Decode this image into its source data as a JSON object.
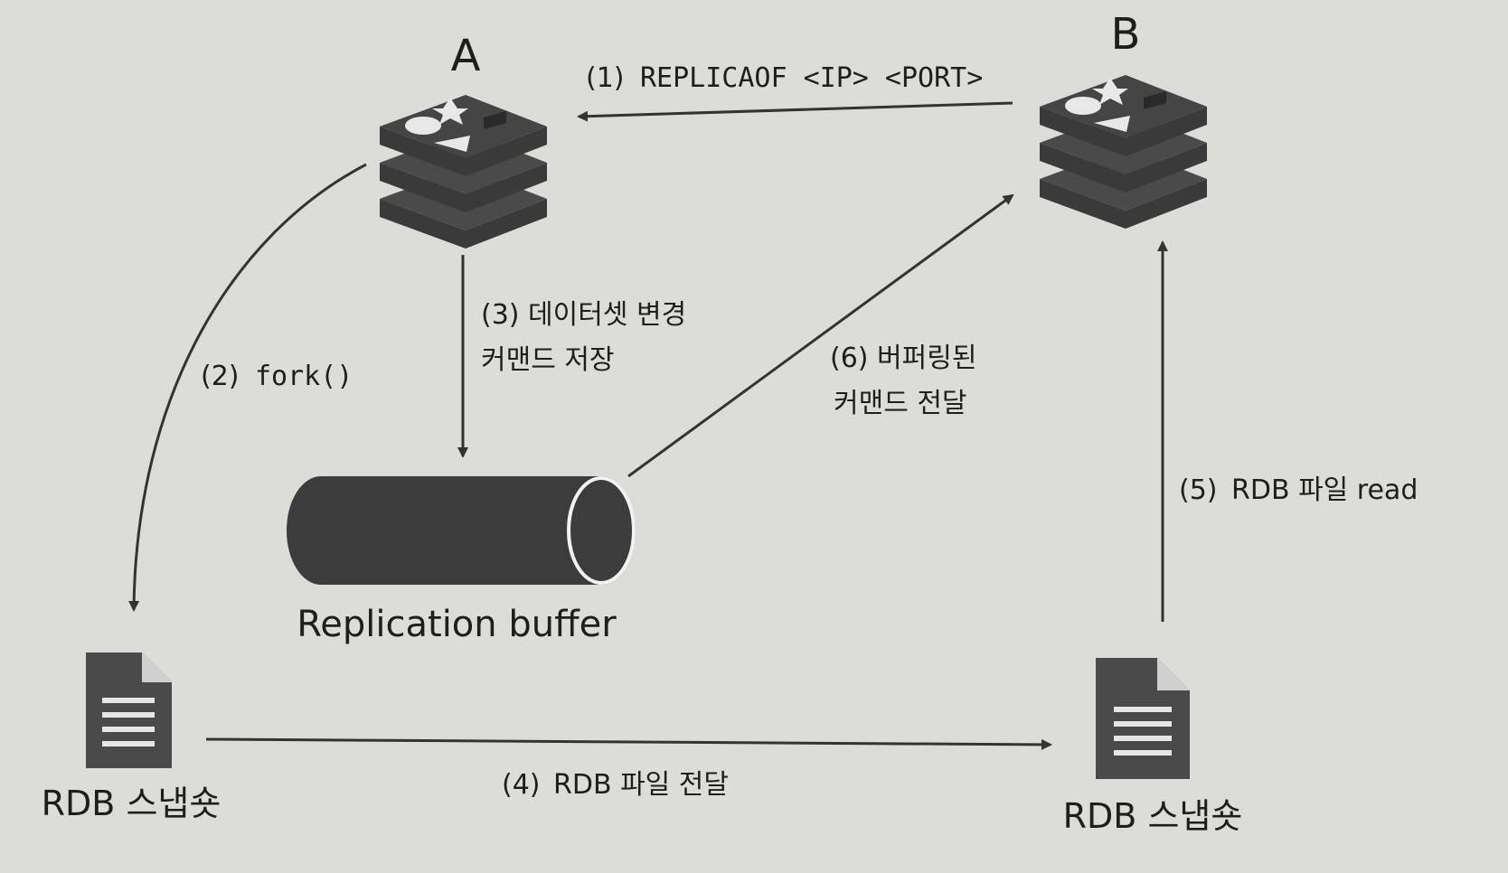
{
  "nodes": {
    "a": {
      "label": "A"
    },
    "b": {
      "label": "B"
    }
  },
  "steps": {
    "s1": {
      "num": "(1)",
      "text": "REPLICAOF <IP> <PORT>"
    },
    "s2": {
      "num": "(2)",
      "text": "fork()"
    },
    "s3": {
      "line1": "(3) 데이터셋 변경",
      "line2": "커맨드 저장"
    },
    "s4": {
      "num": "(4)",
      "text": "RDB 파일 전달"
    },
    "s5": {
      "num": "(5)",
      "text": "RDB 파일 read"
    },
    "s6": {
      "line1": "(6) 버퍼링된",
      "line2": "커맨드 전달"
    }
  },
  "buffer": {
    "label": "Replication buffer"
  },
  "snapshots": {
    "left": {
      "label": "RDB 스냅숏"
    },
    "right": {
      "label": "RDB 스냅숏"
    }
  },
  "colors": {
    "icon_dark": "#3a3a3a",
    "icon_mid": "#4a4a4a",
    "arrow": "#333333",
    "background": "#dcdcd8"
  }
}
